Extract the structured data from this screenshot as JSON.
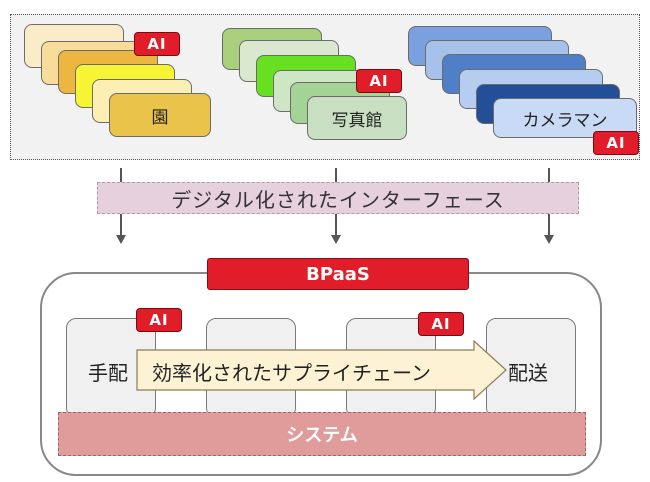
{
  "group_kindergarten": {
    "front_label": "園",
    "ai_badge": "AI"
  },
  "group_studio": {
    "front_label": "写真館",
    "ai_badge": "AI"
  },
  "group_photographer": {
    "front_label": "カメラマン",
    "ai_badge": "AI"
  },
  "interface_label": "デジタル化されたインターフェース",
  "bpaas_label": "BPaaS",
  "process": {
    "step_arrange": "手配",
    "step_delivery": "配送",
    "supply_chain_label": "効率化されたサプライチェーン",
    "ai_badge_1": "AI",
    "ai_badge_2": "AI"
  },
  "system_label": "システム",
  "colors": {
    "ai_red": "#e11d2a",
    "interface_pink": "#e6d0dc",
    "system_pink": "#e09b9b",
    "supply_arrow": "#fdf3d4",
    "kindergarten_yellow": "#e9c34a",
    "studio_green": "#c9dfc1",
    "photographer_blue": "#c9daf6"
  }
}
